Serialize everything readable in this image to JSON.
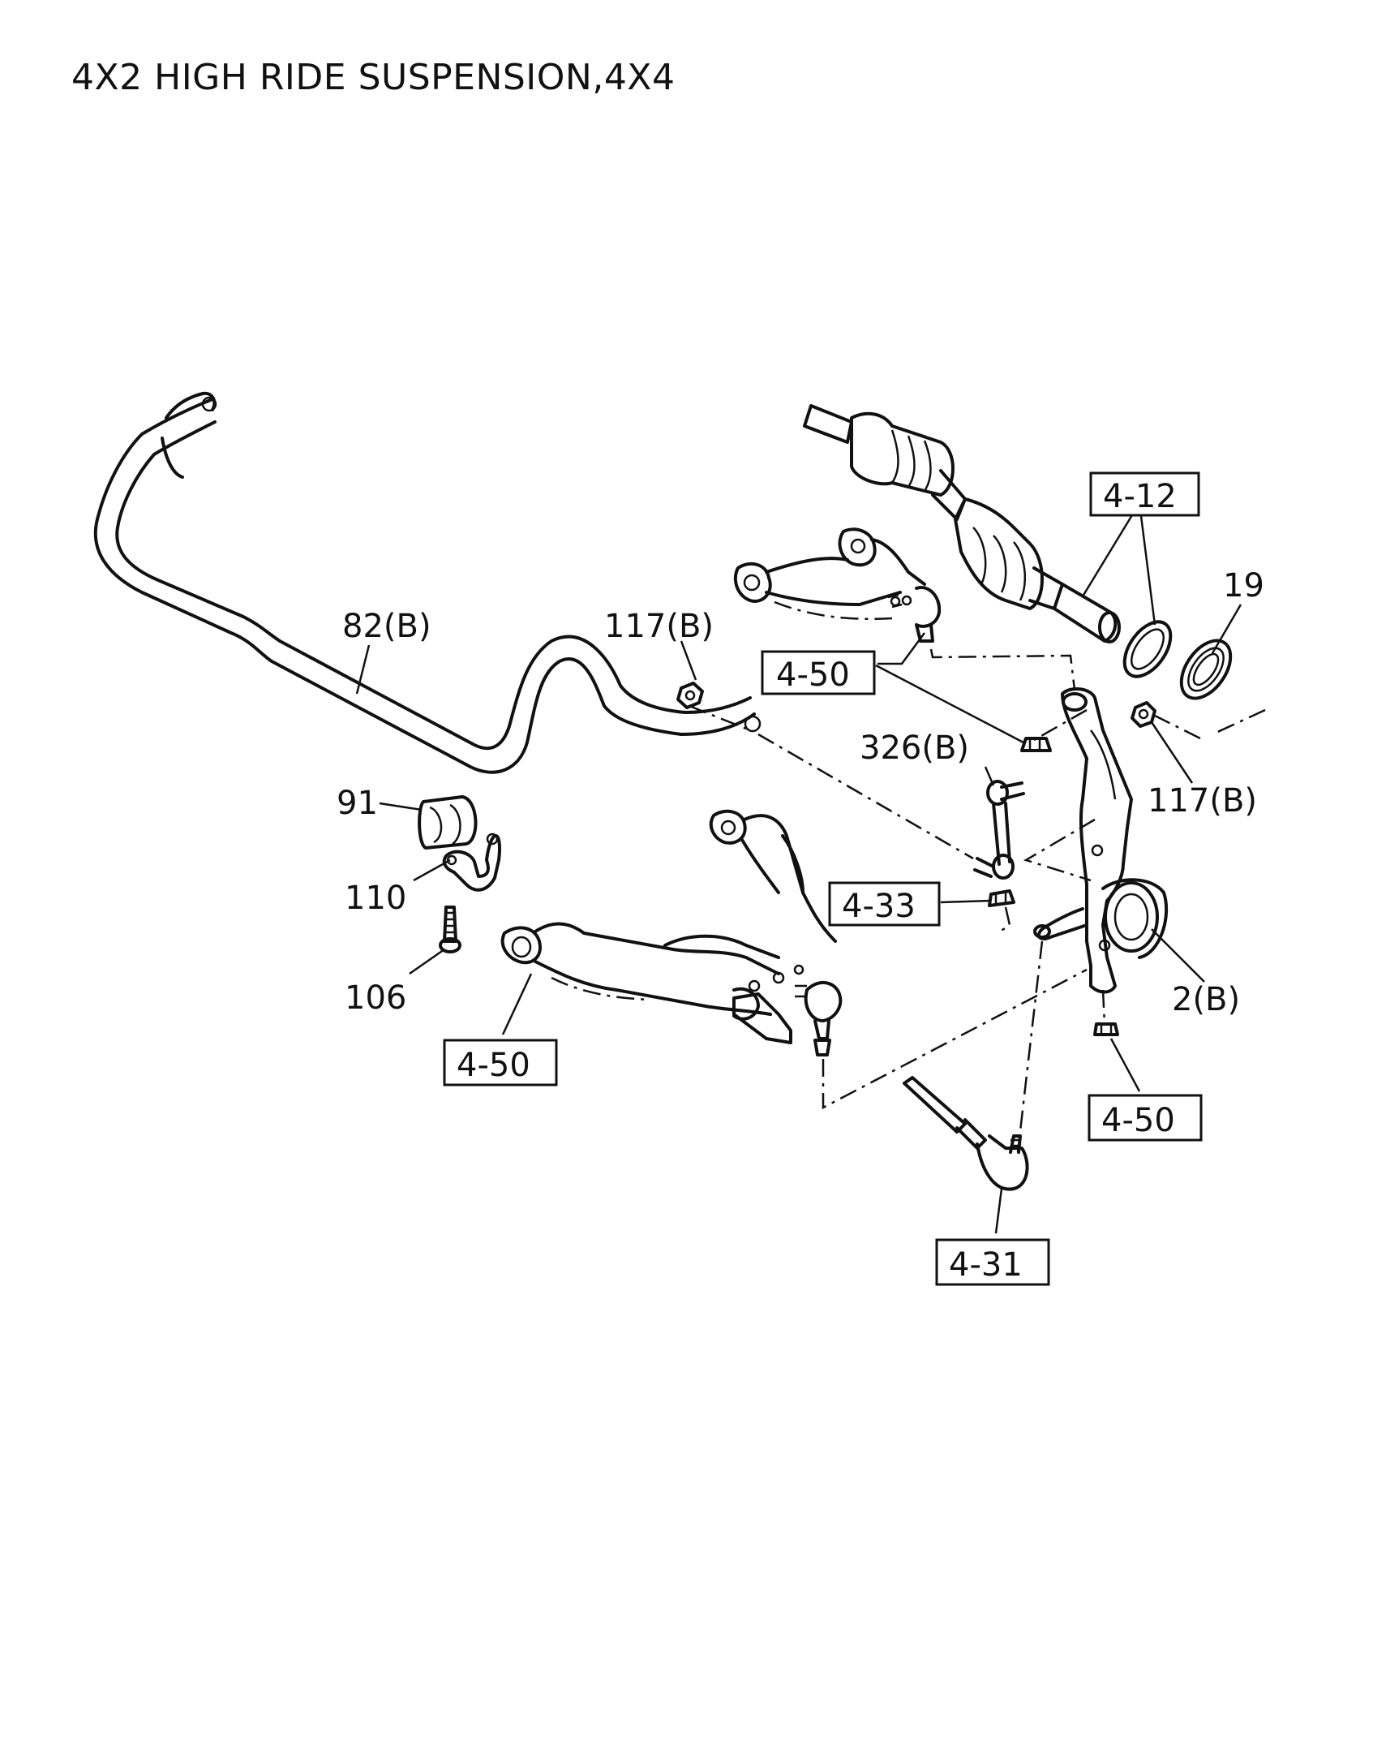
{
  "title": "4X2 HIGH RIDE SUSPENSION,4X4",
  "callouts": {
    "c82": "82(B)",
    "c117a": "117(B)",
    "c117b": "117(B)",
    "c326": "326(B)",
    "c91": "91",
    "c110": "110",
    "c106": "106",
    "c19": "19",
    "c2": "2(B)"
  },
  "references": {
    "r412": "4-12",
    "r450a": "4-50",
    "r450b": "4-50",
    "r450c": "4-50",
    "r433": "4-33",
    "r431": "4-31"
  }
}
